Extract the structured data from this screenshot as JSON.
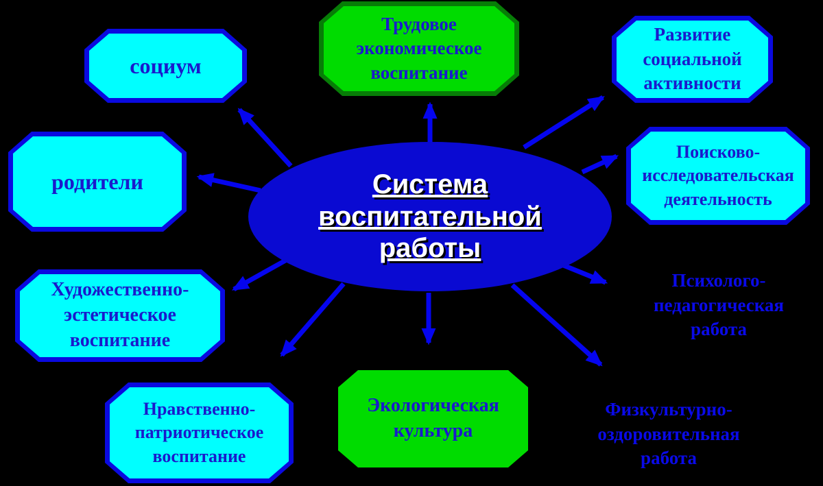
{
  "diagram_title": "Система воспитательной работы",
  "colors": {
    "background": "#000000",
    "ellipse_fill": "#0a0ad2",
    "center_text": "#ffffff",
    "cyan_fill": "#00ffff",
    "cyan_border": "#0a0ae0",
    "green_fill": "#00dc00",
    "green_border": "#077d07",
    "node_text": "#1a1acc",
    "floating_text": "#0a0ae8",
    "arrow": "#0505ee"
  },
  "center": {
    "lines": [
      "Система",
      "воспитательной",
      "работы"
    ]
  },
  "nodes": {
    "socium": {
      "lines": [
        "социум"
      ]
    },
    "trudovoe": {
      "lines": [
        "Трудовое",
        "экономическое",
        "воспитание"
      ]
    },
    "razvitie": {
      "lines": [
        "Развитие",
        "социальной",
        "активности"
      ]
    },
    "poiskovo": {
      "lines": [
        "Поисково-",
        "исследовательская",
        "деятельность"
      ]
    },
    "roditeli": {
      "lines": [
        "родители"
      ]
    },
    "hudozhestvenno": {
      "lines": [
        "Художественно-",
        "эстетическое",
        "воспитание"
      ]
    },
    "nravstvenno": {
      "lines": [
        "Нравственно-",
        "патриотическое",
        "воспитание"
      ]
    },
    "ekologicheskaya": {
      "lines": [
        "Экологическая",
        "культура"
      ]
    },
    "psihologo": {
      "lines": [
        "Психолого-",
        "педагогическая",
        "работа"
      ]
    },
    "fizkulturno": {
      "lines": [
        "Физкультурно-",
        "оздоровительная",
        "работа"
      ]
    }
  }
}
